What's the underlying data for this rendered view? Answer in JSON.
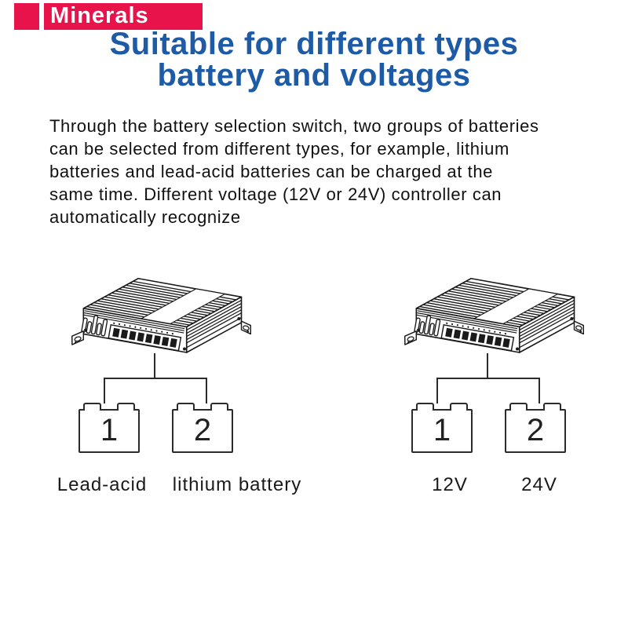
{
  "brand": {
    "name": "Minerals",
    "banner_color": "#E8134B"
  },
  "heading": {
    "line1": "Suitable for different types",
    "line2": "battery and voltages",
    "color": "#1D5BA6"
  },
  "description": "Through the battery selection switch, two groups of batteries\n can be selected from different types, for example, lithium\nbatteries and lead-acid batteries can be charged at the\nsame time. Different voltage (12V or 24V) controller can\nautomatically recognize",
  "diagrams": {
    "left": {
      "device": "charge controller",
      "batteries": [
        {
          "number": "1",
          "label": "Lead-acid"
        },
        {
          "number": "2",
          "label": "lithium battery"
        }
      ]
    },
    "right": {
      "device": "charge controller",
      "batteries": [
        {
          "number": "1",
          "label": "12V"
        },
        {
          "number": "2",
          "label": "24V"
        }
      ]
    }
  },
  "colors": {
    "wire": "#2B2B2B",
    "text": "#111111"
  }
}
